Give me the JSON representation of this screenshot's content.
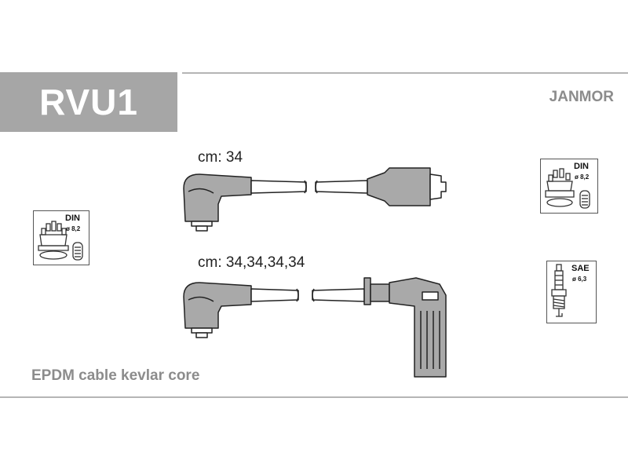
{
  "header": {
    "part_code": "RVU1",
    "brand": "JANMOR"
  },
  "coil_lead": {
    "length_label": "cm: 34"
  },
  "plug_leads": {
    "length_label": "cm: 34,34,34,34"
  },
  "badges": {
    "distributor": {
      "type": "DIN",
      "diameter": "ø 8,2",
      "icon": "distributor-cap-icon"
    },
    "coil": {
      "type": "DIN",
      "diameter": "ø 8,2",
      "icon": "ignition-coil-icon"
    },
    "plug": {
      "type": "SAE",
      "diameter": "ø 6,3",
      "icon": "spark-plug-icon"
    }
  },
  "footer": {
    "description": "EPDM cable kevlar core"
  }
}
